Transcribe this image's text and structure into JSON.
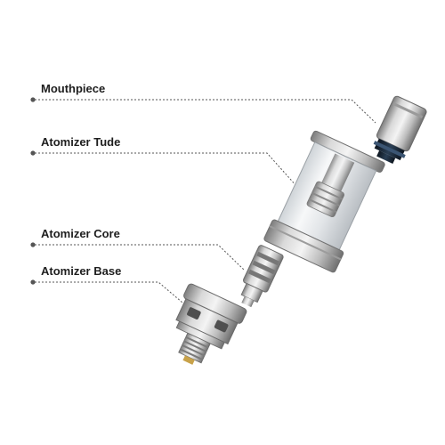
{
  "parts": [
    {
      "id": "mouthpiece",
      "label": "Mouthpiece"
    },
    {
      "id": "atomizer-tube",
      "label": "Atomizer Tude"
    },
    {
      "id": "atomizer-core",
      "label": "Atomizer Core"
    },
    {
      "id": "atomizer-base",
      "label": "Atomizer Base"
    }
  ],
  "colors": {
    "text": "#1e1e1e",
    "leader_line": "#555555",
    "metal_light": "#e6e6e6",
    "metal_dark": "#8a8a8a",
    "glass": "#dfe3e6",
    "seal": "#1b2a3a"
  }
}
